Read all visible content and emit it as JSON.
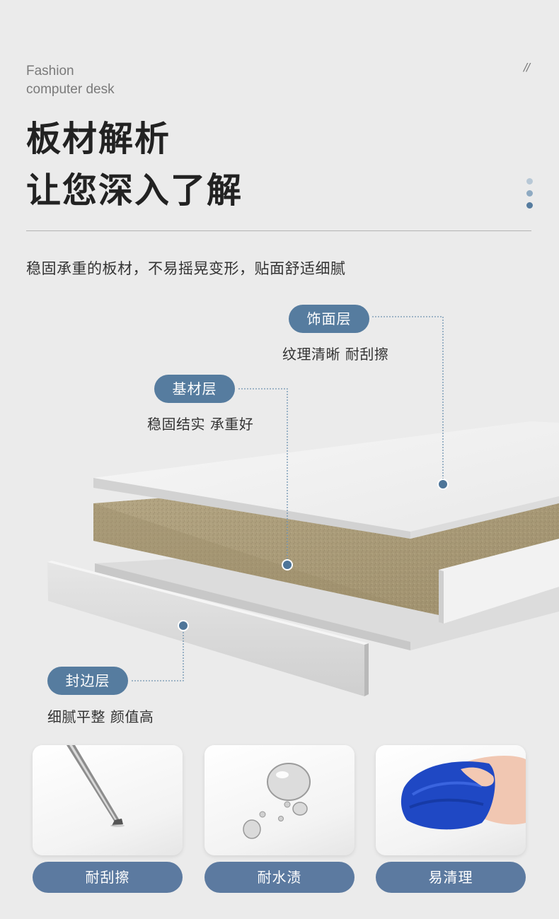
{
  "brand": {
    "line1": "Fashion",
    "line2": "computer desk",
    "corner_mark": "//"
  },
  "headline": {
    "line1": "板材解析",
    "line2": "让您深入了解"
  },
  "intro": "稳固承重的板材，不易摇晃变形，贴面舒适细腻",
  "layers": {
    "surface": {
      "label": "饰面层",
      "caption": "纹理清晰 耐刮擦"
    },
    "core": {
      "label": "基材层",
      "caption": "稳固结实 承重好"
    },
    "edge": {
      "label": "封边层",
      "caption": "细腻平整 颜值高"
    }
  },
  "features": [
    {
      "label": "耐刮擦",
      "icon": "screwdriver-scratch-icon"
    },
    {
      "label": "耐水渍",
      "icon": "water-droplets-icon"
    },
    {
      "label": "易清理",
      "icon": "cleaning-cloth-icon"
    }
  ],
  "colors": {
    "accent": "#567c9f",
    "feature_label": "#5c7aa0",
    "board_core": "#a89978",
    "background": "#ebebeb"
  }
}
